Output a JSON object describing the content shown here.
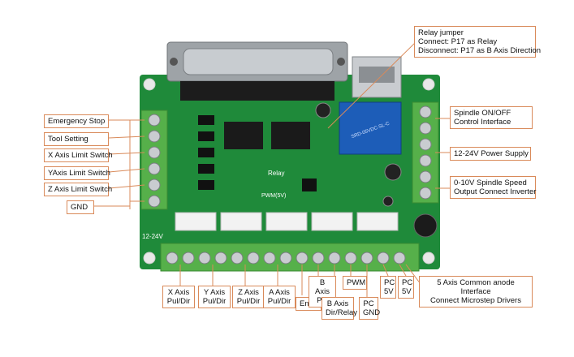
{
  "left_labels": {
    "emergency_stop": "Emergency Stop",
    "tool_setting": "Tool Setting",
    "x_limit": "X Axis Limit Switch",
    "y_limit": "YAxis Limit Switch",
    "z_limit": "Z Axis Limit Switch",
    "gnd": "GND"
  },
  "top_right": {
    "line1": "Relay jumper",
    "line2": "Connect: P17 as Relay",
    "line3": "Disconnect: P17 as B Axis Direction"
  },
  "right_labels": {
    "spindle_line1": "Spindle ON/OFF",
    "spindle_line2": "Control Interface",
    "power_supply": "12-24V Power Supply",
    "speed_line1": "0-10V Spindle Speed",
    "speed_line2": "Output Connect Inverter",
    "common_line1": "5 Axis Common anode Interface",
    "common_line2": "Connect Microstep Drivers"
  },
  "bottom_labels": {
    "x_axis_1": "X Axis",
    "x_axis_2": "Pul/Dir",
    "y_axis_1": "Y Axis",
    "y_axis_2": "Pul/Dir",
    "z_axis_1": "Z Axis",
    "z_axis_2": "Pul/Dir",
    "a_axis_1": "A Axis",
    "a_axis_2": "Pul/Dir",
    "enable": "Enable",
    "b_pul_1": "B Axis",
    "b_pul_2": "Pul",
    "b_dir_1": "B Axis",
    "b_dir_2": "Dir/Relay",
    "pwm": "PWM",
    "pc_gnd_1": "PC",
    "pc_gnd_2": "GND",
    "pc_5v_a_1": "PC",
    "pc_5v_a_2": "5V",
    "pc_5v_b_1": "PC",
    "pc_5v_b_2": "5V"
  },
  "board_marks": {
    "voltage": "12-24V",
    "relay": "Relay",
    "pwm_out": "PWM(5V)",
    "relay_model": "SRD-05VDC-SL-C"
  },
  "colors": {
    "pcb": "#1f8a3a",
    "terminal": "#56b04a",
    "label_border": "#d98a5a",
    "relay": "#1d5db8"
  }
}
